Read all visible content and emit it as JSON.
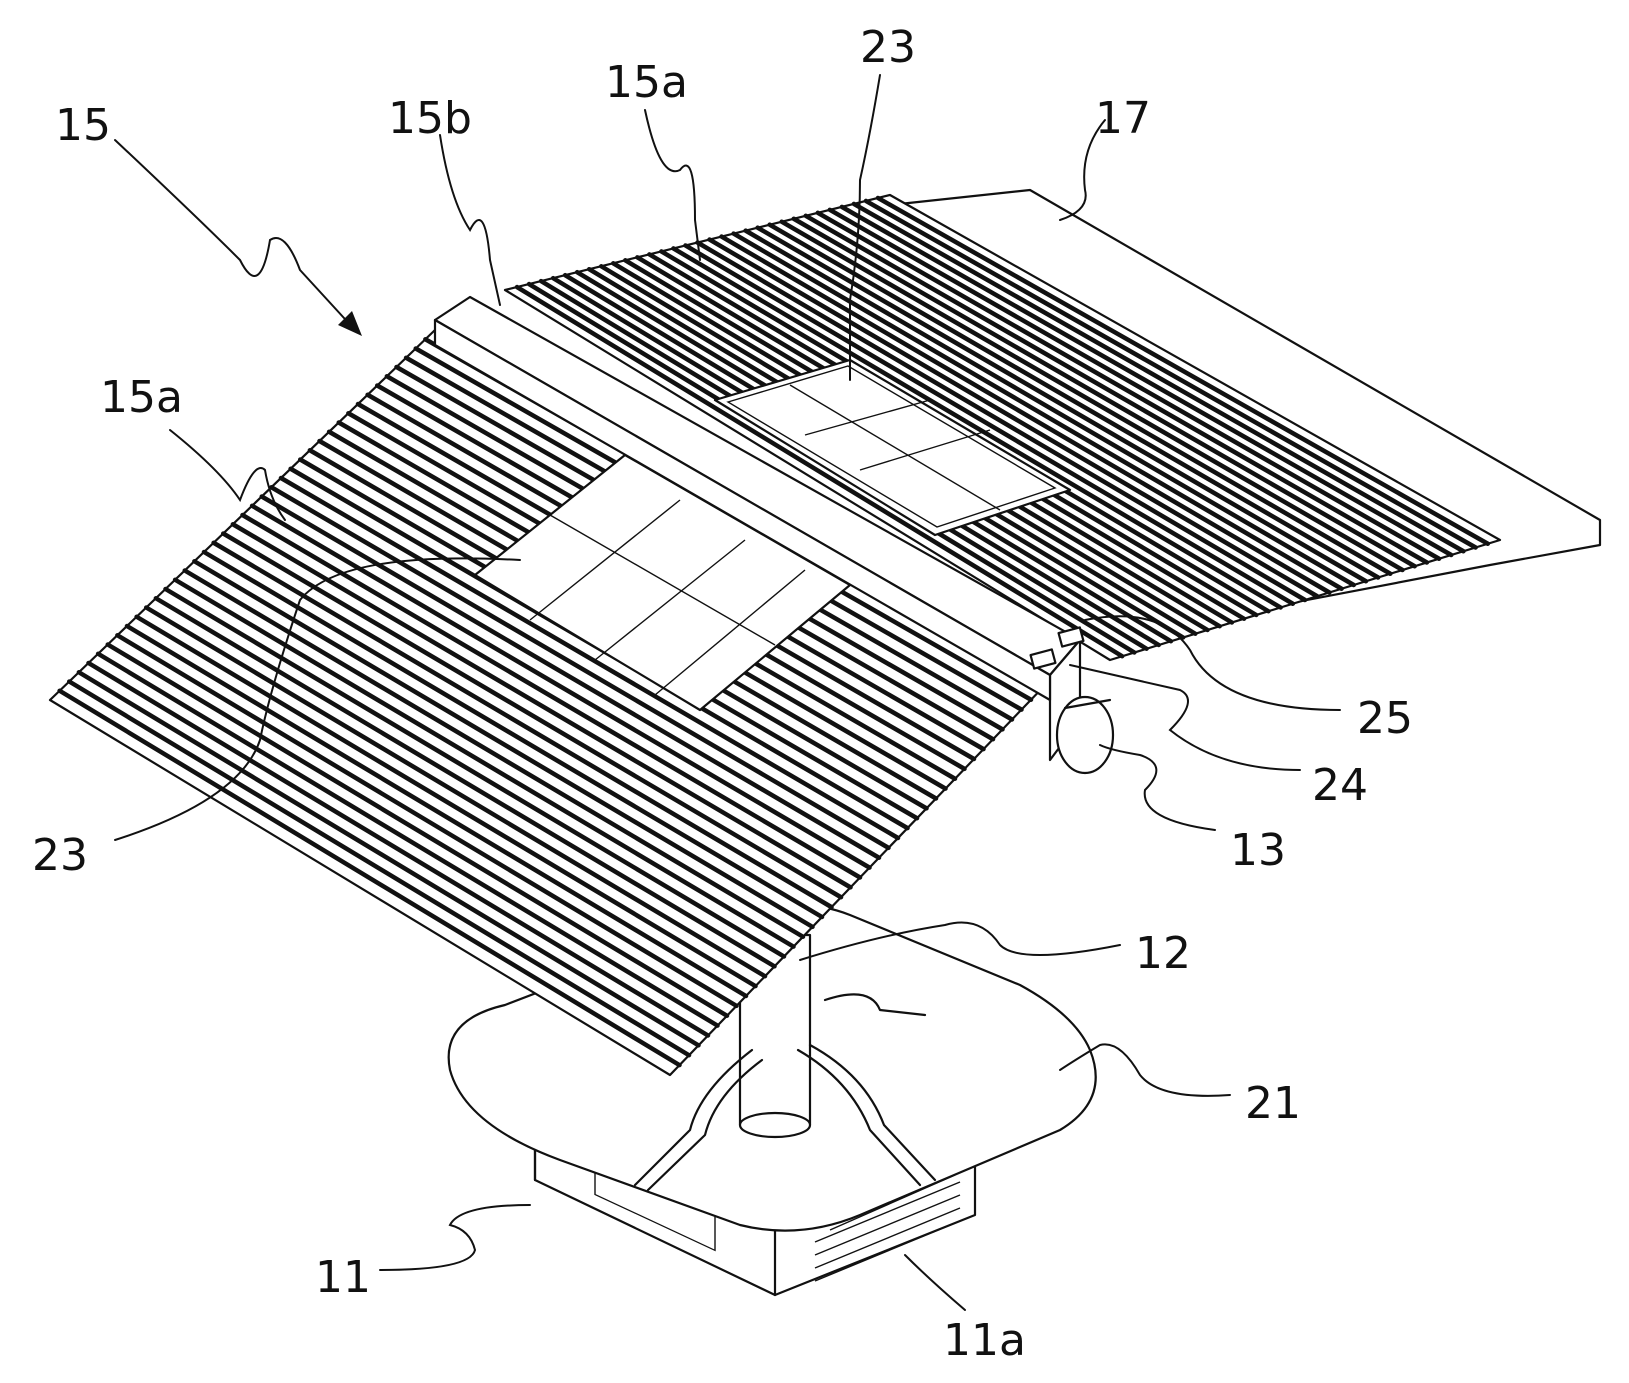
{
  "labels": {
    "roof_assembly": "15",
    "ridge_beam": "15b",
    "roof_panel_rear": "15a",
    "roof_panel_front": "15a",
    "solar_panel_rear": "23",
    "solar_panel_front": "23",
    "extension_panel": "17",
    "switch_25": "25",
    "switch_24": "24",
    "motor_hub": "13",
    "support_column": "12",
    "base_plate": "21",
    "base_housing": "11",
    "vent_grille": "11a"
  },
  "icons": {
    "arrow": "arrow-icon"
  },
  "colors": {
    "line": "#111111",
    "background": "#ffffff"
  }
}
